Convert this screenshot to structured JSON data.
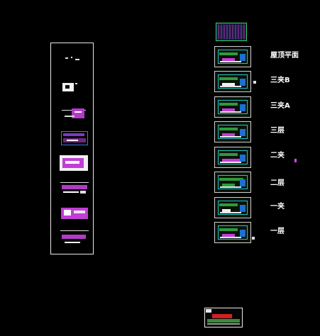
{
  "sheets": [
    {
      "label": "屋顶平面"
    },
    {
      "label": "三夹B"
    },
    {
      "label": "三夹A"
    },
    {
      "label": "三层"
    },
    {
      "label": "二夹"
    },
    {
      "label": "二层"
    },
    {
      "label": "一夹"
    },
    {
      "label": "一层"
    }
  ],
  "colors": {
    "background": "#000000",
    "frame": "#e8e8e8",
    "cyan": "#21c7c7",
    "green": "#2c9c3a",
    "magenta": "#c23dd6",
    "blue": "#1e6fd0",
    "red": "#d02020"
  }
}
